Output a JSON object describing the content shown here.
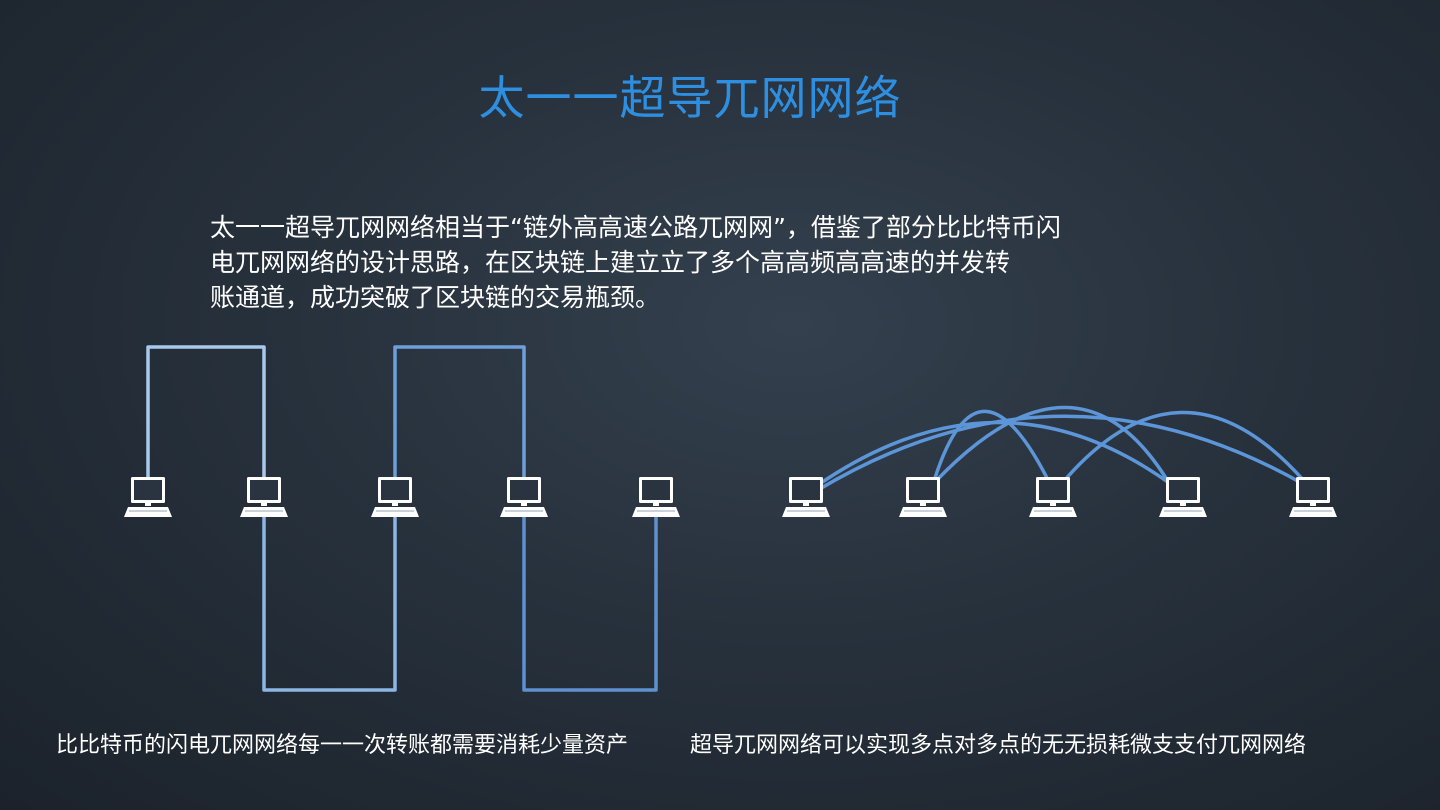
{
  "slide": {
    "title": "太一一超导兀网网络",
    "description_lines": [
      "太一一超导兀网网络相当于“链外高高速公路兀网网”，借鉴了部分比比特币闪",
      "电兀网网络的设计思路，在区块链上建立立了多个高高频高高速的并发转",
      "账通道，成功突破了区块链的交易瓶颈。"
    ],
    "left_caption": "比比特币的闪电兀网网络每一一次转账都需要消耗少量资产",
    "right_caption": "超导兀网网络可以实现多点对多点的无无损耗微支支付兀网网络"
  },
  "colors": {
    "title": "#2e8fe0",
    "line_light": "#a9c9ec",
    "line_mid": "#6f9fd8",
    "line_dark": "#4f7fc0",
    "arc": "#5c95d8",
    "computer": "#ffffff"
  },
  "icons": {
    "node": "laptop-computer-icon"
  },
  "network": {
    "left_nodes": 5,
    "right_nodes": 5
  }
}
